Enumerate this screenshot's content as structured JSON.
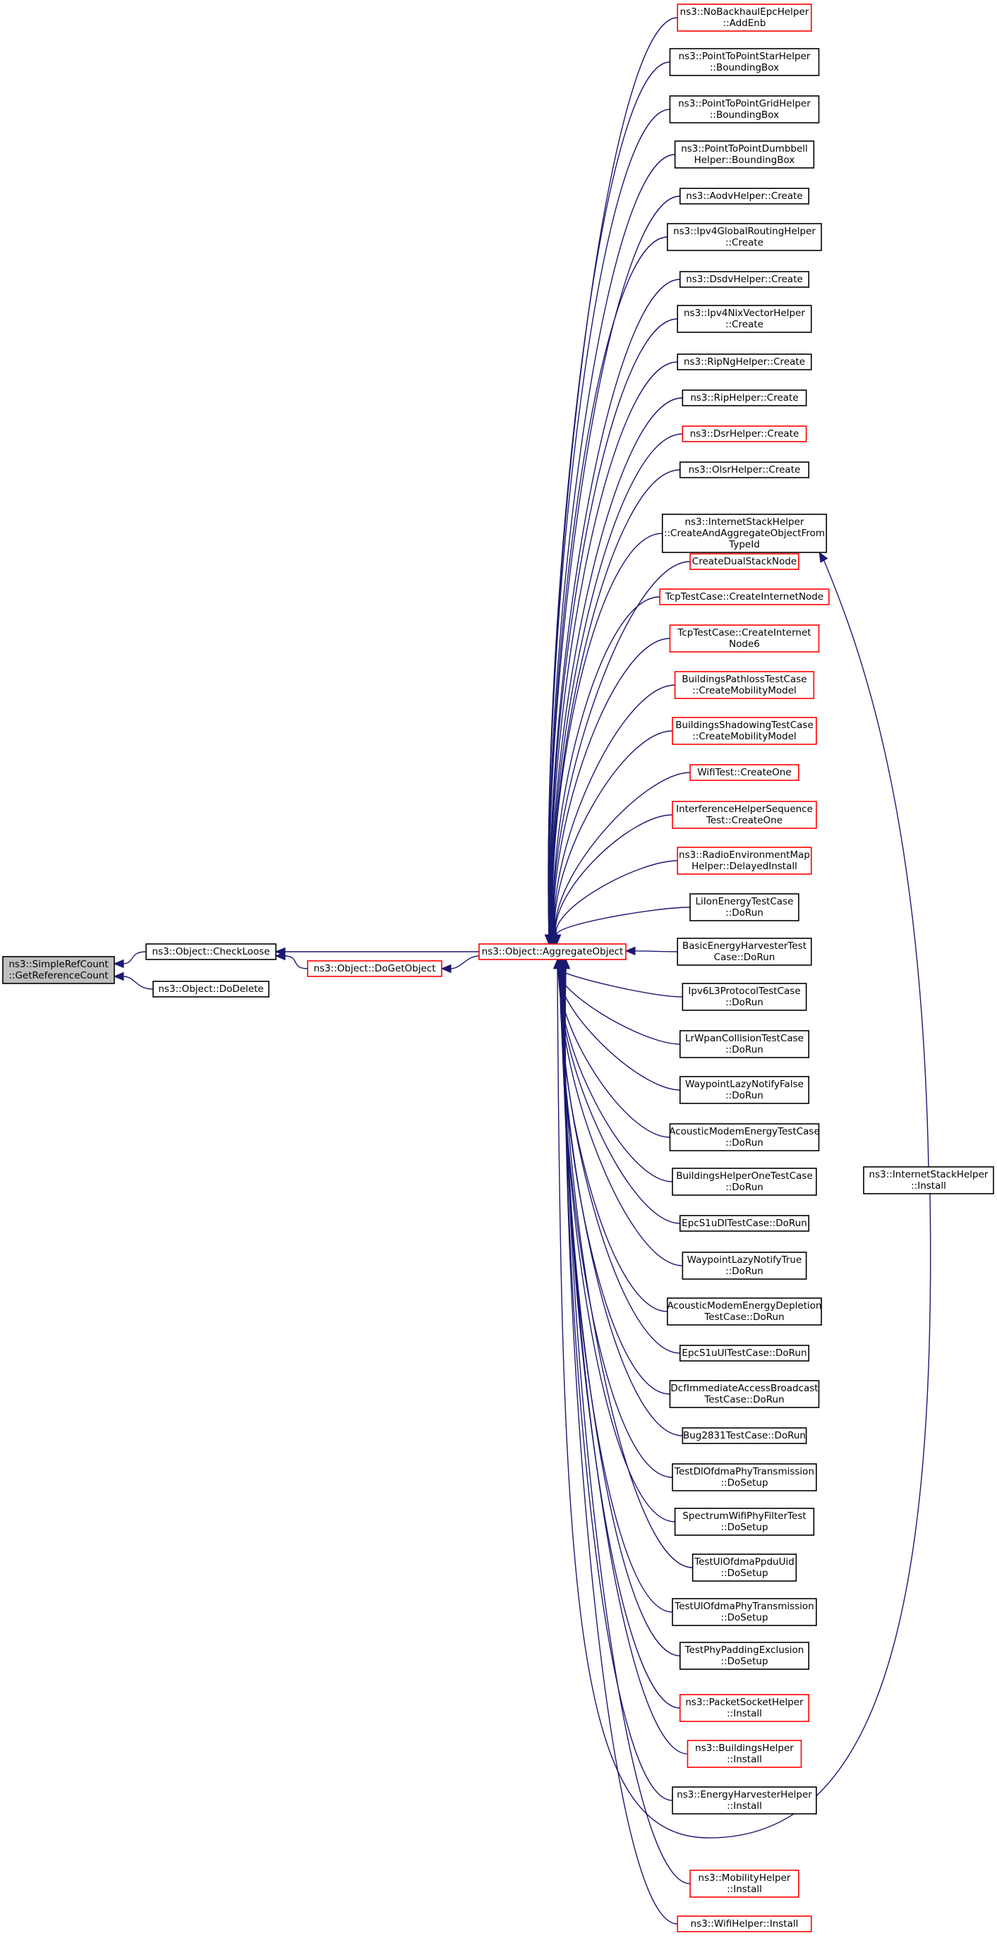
{
  "graph": {
    "root": {
      "id": "root",
      "lines": [
        "ns3::SimpleRefCount",
        "::GetReferenceCount"
      ],
      "style": "root"
    },
    "nodes": [
      {
        "id": "checkloose",
        "lines": [
          "ns3::Object::CheckLoose"
        ],
        "color": "black"
      },
      {
        "id": "dodelete",
        "lines": [
          "ns3::Object::DoDelete"
        ],
        "color": "black"
      },
      {
        "id": "dogetobject",
        "lines": [
          "ns3::Object::DoGetObject"
        ],
        "color": "red"
      },
      {
        "id": "aggregate",
        "lines": [
          "ns3::Object::AggregateObject"
        ],
        "color": "red"
      },
      {
        "id": "isinstall",
        "lines": [
          "ns3::InternetStackHelper",
          "::Install"
        ],
        "color": "black"
      }
    ],
    "callers": [
      {
        "lines": [
          "ns3::NoBackhaulEpcHelper",
          "::AddEnb"
        ],
        "color": "red"
      },
      {
        "lines": [
          "ns3::PointToPointStarHelper",
          "::BoundingBox"
        ],
        "color": "black"
      },
      {
        "lines": [
          "ns3::PointToPointGridHelper",
          "::BoundingBox"
        ],
        "color": "black"
      },
      {
        "lines": [
          "ns3::PointToPointDumbbell",
          "Helper::BoundingBox"
        ],
        "color": "black"
      },
      {
        "lines": [
          "ns3::AodvHelper::Create"
        ],
        "color": "black"
      },
      {
        "lines": [
          "ns3::Ipv4GlobalRoutingHelper",
          "::Create"
        ],
        "color": "black"
      },
      {
        "lines": [
          "ns3::DsdvHelper::Create"
        ],
        "color": "black"
      },
      {
        "lines": [
          "ns3::Ipv4NixVectorHelper",
          "::Create"
        ],
        "color": "black"
      },
      {
        "lines": [
          "ns3::RipNgHelper::Create"
        ],
        "color": "black"
      },
      {
        "lines": [
          "ns3::RipHelper::Create"
        ],
        "color": "black"
      },
      {
        "lines": [
          "ns3::DsrHelper::Create"
        ],
        "color": "red"
      },
      {
        "lines": [
          "ns3::OlsrHelper::Create"
        ],
        "color": "black"
      },
      {
        "lines": [
          "ns3::InternetStackHelper",
          "::CreateAndAggregateObjectFrom",
          "TypeId"
        ],
        "color": "black"
      },
      {
        "lines": [
          "CreateDualStackNode"
        ],
        "color": "red"
      },
      {
        "lines": [
          "TcpTestCase::CreateInternetNode"
        ],
        "color": "red"
      },
      {
        "lines": [
          "TcpTestCase::CreateInternet",
          "Node6"
        ],
        "color": "red"
      },
      {
        "lines": [
          "BuildingsPathlossTestCase",
          "::CreateMobilityModel"
        ],
        "color": "red"
      },
      {
        "lines": [
          "BuildingsShadowingTestCase",
          "::CreateMobilityModel"
        ],
        "color": "red"
      },
      {
        "lines": [
          "WifiTest::CreateOne"
        ],
        "color": "red"
      },
      {
        "lines": [
          "InterferenceHelperSequence",
          "Test::CreateOne"
        ],
        "color": "red"
      },
      {
        "lines": [
          "ns3::RadioEnvironmentMap",
          "Helper::DelayedInstall"
        ],
        "color": "red"
      },
      {
        "lines": [
          "LiIonEnergyTestCase",
          "::DoRun"
        ],
        "color": "black"
      },
      {
        "lines": [
          "BasicEnergyHarvesterTest",
          "Case::DoRun"
        ],
        "color": "black"
      },
      {
        "lines": [
          "Ipv6L3ProtocolTestCase",
          "::DoRun"
        ],
        "color": "black"
      },
      {
        "lines": [
          "LrWpanCollisionTestCase",
          "::DoRun"
        ],
        "color": "black"
      },
      {
        "lines": [
          "WaypointLazyNotifyFalse",
          "::DoRun"
        ],
        "color": "black"
      },
      {
        "lines": [
          "AcousticModemEnergyTestCase",
          "::DoRun"
        ],
        "color": "black"
      },
      {
        "lines": [
          "BuildingsHelperOneTestCase",
          "::DoRun"
        ],
        "color": "black"
      },
      {
        "lines": [
          "EpcS1uDlTestCase::DoRun"
        ],
        "color": "black"
      },
      {
        "lines": [
          "WaypointLazyNotifyTrue",
          "::DoRun"
        ],
        "color": "black"
      },
      {
        "lines": [
          "AcousticModemEnergyDepletion",
          "TestCase::DoRun"
        ],
        "color": "black"
      },
      {
        "lines": [
          "EpcS1uUlTestCase::DoRun"
        ],
        "color": "black"
      },
      {
        "lines": [
          "DcfImmediateAccessBroadcast",
          "TestCase::DoRun"
        ],
        "color": "black"
      },
      {
        "lines": [
          "Bug2831TestCase::DoRun"
        ],
        "color": "black"
      },
      {
        "lines": [
          "TestDlOfdmaPhyTransmission",
          "::DoSetup"
        ],
        "color": "black"
      },
      {
        "lines": [
          "SpectrumWifiPhyFilterTest",
          "::DoSetup"
        ],
        "color": "black"
      },
      {
        "lines": [
          "TestUlOfdmaPpduUid",
          "::DoSetup"
        ],
        "color": "black"
      },
      {
        "lines": [
          "TestUlOfdmaPhyTransmission",
          "::DoSetup"
        ],
        "color": "black"
      },
      {
        "lines": [
          "TestPhyPaddingExclusion",
          "::DoSetup"
        ],
        "color": "black"
      },
      {
        "lines": [
          "ns3::PacketSocketHelper",
          "::Install"
        ],
        "color": "red"
      },
      {
        "lines": [
          "ns3::BuildingsHelper",
          "::Install"
        ],
        "color": "red"
      },
      {
        "lines": [
          "ns3::EnergyHarvesterHelper",
          "::Install"
        ],
        "color": "black"
      },
      {
        "lines": [
          "ns3::MobilityHelper",
          "::Install"
        ],
        "color": "red"
      },
      {
        "lines": [
          "ns3::WifiHelper::Install"
        ],
        "color": "red"
      }
    ],
    "colors": {
      "edge": "#191970",
      "red_border": "#ff0000",
      "black_border": "#000000",
      "root_fill": "#bfbfbf"
    }
  }
}
